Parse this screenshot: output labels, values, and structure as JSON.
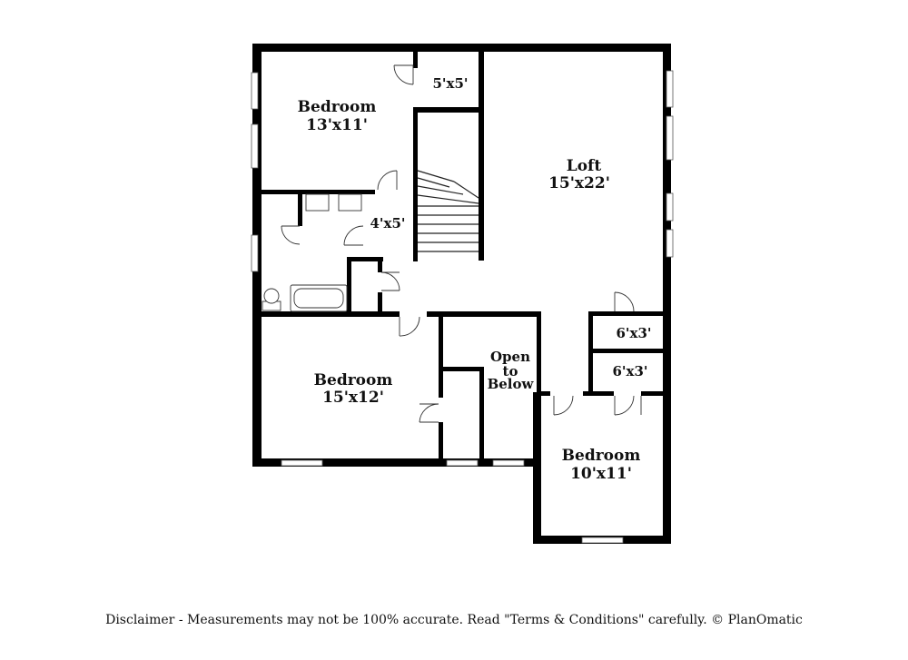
{
  "rooms": {
    "bedroom_nw": {
      "name": "Bedroom",
      "size": "13'x11'"
    },
    "closet_5x5": {
      "size": "5'x5'"
    },
    "loft": {
      "name": "Loft",
      "size": "15'x22'"
    },
    "bath_4x5": {
      "size": "4'x5'"
    },
    "bedroom_sw": {
      "name": "Bedroom",
      "size": "15'x12'"
    },
    "open_to_below": {
      "line1": "Open",
      "line2": "to",
      "line3": "Below"
    },
    "closet_6x3_upper": {
      "size": "6'x3'"
    },
    "closet_6x3_lower": {
      "size": "6'x3'"
    },
    "bedroom_se": {
      "name": "Bedroom",
      "size": "10'x11'"
    }
  },
  "disclaimer": "Disclaimer - Measurements may not be 100% accurate. Read \"Terms & Conditions\" carefully. © PlanOmatic"
}
